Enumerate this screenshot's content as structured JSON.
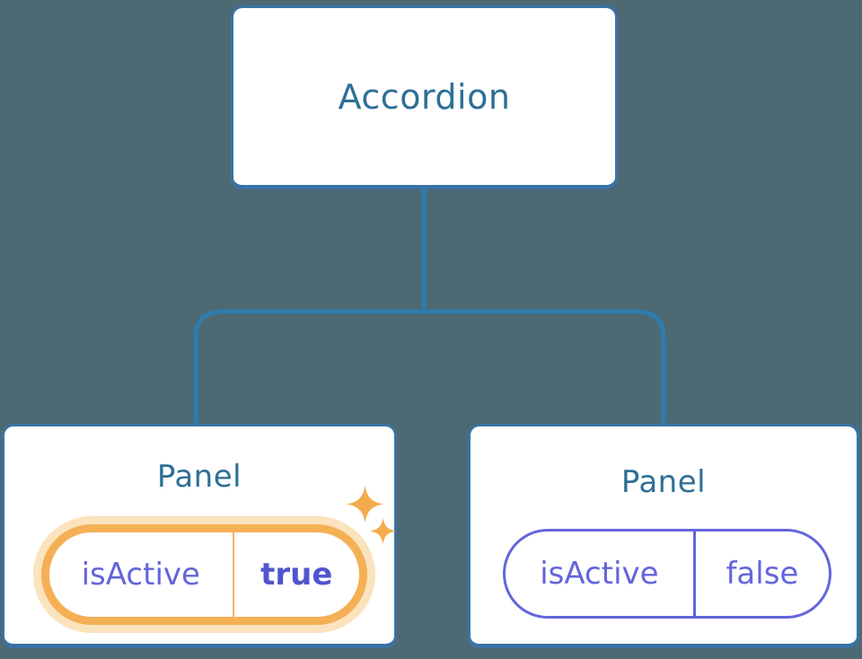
{
  "colors": {
    "background": "#4D6973",
    "box_bg": "#FFFFFF",
    "box_border": "#3973A5",
    "line": "#2F7CAE",
    "title_text": "#2E6F96",
    "purple": "#6365DB",
    "purple_bold": "#5155CE",
    "orange": "#F5B055",
    "orange_glow": "#FBE3BE",
    "orange_divider": "#EFB468",
    "sparkle": "#F3AC4B"
  },
  "diagram": {
    "root": {
      "label": "Accordion"
    },
    "panels": [
      {
        "label": "Panel",
        "prop_name": "isActive",
        "prop_value": "true",
        "state": "active",
        "highlight_icon": "sparkles"
      },
      {
        "label": "Panel",
        "prop_name": "isActive",
        "prop_value": "false",
        "state": "inactive"
      }
    ]
  }
}
